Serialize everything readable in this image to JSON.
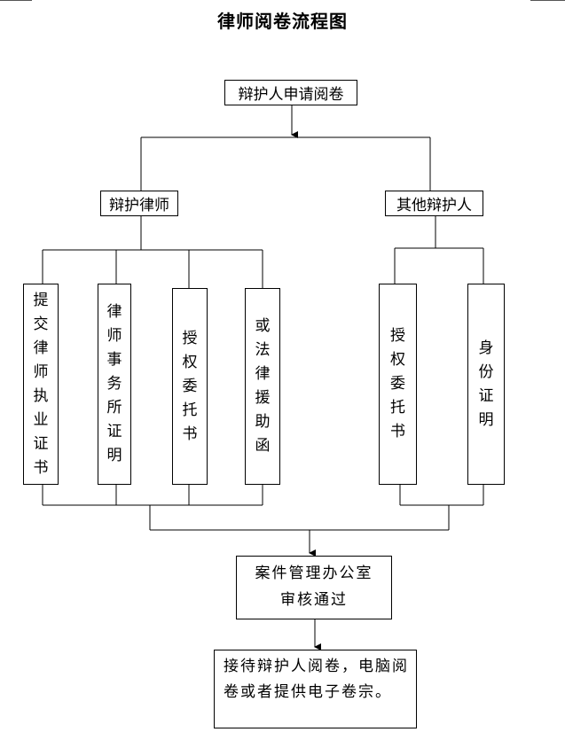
{
  "title": "律师阅卷流程图",
  "nodes": {
    "apply": "辩护人申请阅卷",
    "lawyer": "辩护律师",
    "other": "其他辩护人",
    "lawyer_docs": [
      "提交律师执业证书",
      "律师事务所证明",
      "授权委托书",
      "或法律援助函"
    ],
    "other_docs": [
      "授权委托书",
      "身份证明"
    ],
    "review_line1": "案件管理办公室",
    "review_line2": "审核通过",
    "result": "接待辩护人阅卷，电脑阅卷或者提供电子卷宗。"
  },
  "edges": [
    {
      "from": "apply",
      "to": "lawyer"
    },
    {
      "from": "apply",
      "to": "other"
    },
    {
      "from": "lawyer",
      "to": "lawyer_docs"
    },
    {
      "from": "other",
      "to": "other_docs"
    },
    {
      "from": "lawyer_docs",
      "to": "review"
    },
    {
      "from": "other_docs",
      "to": "review"
    },
    {
      "from": "review",
      "to": "result"
    }
  ]
}
